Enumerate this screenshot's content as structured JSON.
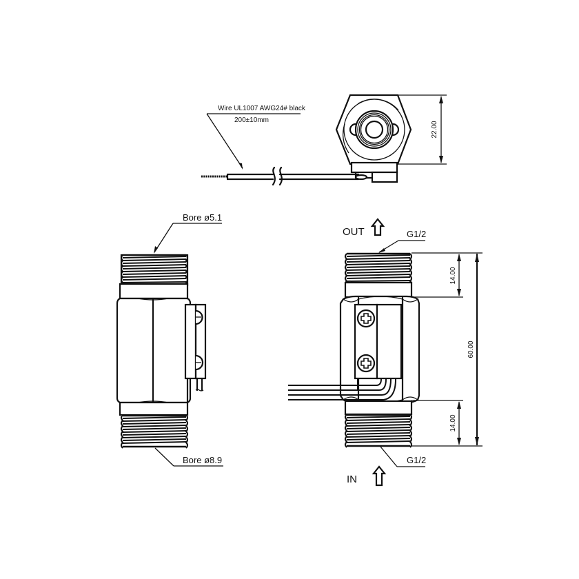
{
  "wire_label": {
    "line1": "Wire UL1007 AWG24# black",
    "line2": "200±10mm"
  },
  "top_view": {
    "dimension_height": "22.00"
  },
  "side_view": {
    "bore_top": "Bore ø5.1",
    "bore_bottom": "Bore ø8.9"
  },
  "front_view": {
    "outlet_label": "OUT",
    "inlet_label": "IN",
    "thread_top": "G1/2",
    "thread_bottom": "G1/2",
    "dim_thread_top": "14.00",
    "dim_thread_bottom": "14.00",
    "dim_overall": "60.00"
  },
  "colors": {
    "line": "#111111",
    "background": "#ffffff"
  }
}
